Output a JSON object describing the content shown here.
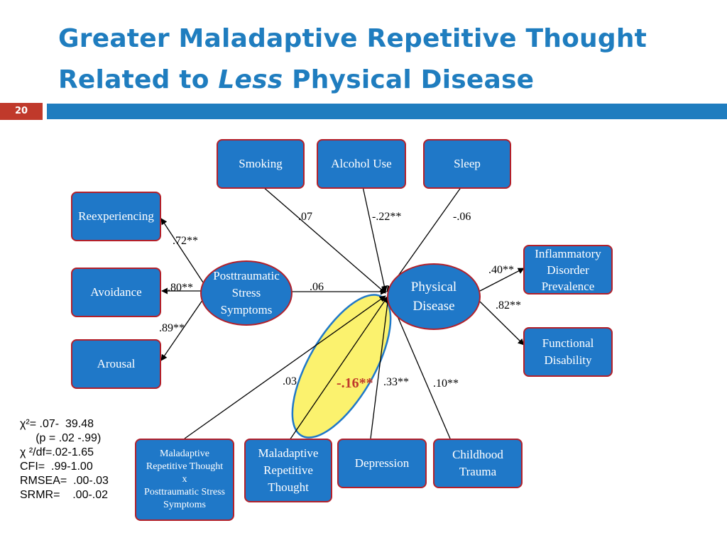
{
  "title": {
    "line1": "Greater Maladaptive Repetitive Thought",
    "line2_prefix": "Related to ",
    "line2_em": "Less",
    "line2_suffix": " Physical Disease"
  },
  "slide_number": "20",
  "nodes": {
    "smoking": "Smoking",
    "alcohol": "Alcohol Use",
    "sleep": "Sleep",
    "reexperiencing": "Reexperiencing",
    "avoidance": "Avoidance",
    "arousal": "Arousal",
    "pts": [
      "Posttraumatic",
      "Stress",
      "Symptoms"
    ],
    "physical_disease": [
      "Physical",
      "Disease"
    ],
    "inflammatory": [
      "Inflammatory",
      "Disorder",
      "Prevalence"
    ],
    "functional": [
      "Functional",
      "Disability"
    ],
    "interaction": [
      "Maladaptive",
      "Repetitive Thought",
      "x",
      "Posttraumatic Stress",
      "Symptoms"
    ],
    "mrt": [
      "Maladaptive",
      "Repetitive",
      "Thought"
    ],
    "depression": "Depression",
    "childhood": [
      "Childhood",
      "Trauma"
    ]
  },
  "coefficients": {
    "smoking": ".07",
    "alcohol": "-.22**",
    "sleep": "-.06",
    "reexperiencing": ".72**",
    "avoidance": ".80**",
    "arousal": ".89**",
    "pts_to_pd": ".06",
    "inflammatory": ".40**",
    "functional": ".82**",
    "interaction": ".03",
    "mrt": "-.16**",
    "depression": ".33**",
    "childhood": ".10**"
  },
  "fit_stats": [
    "χ²= .07-  39.48",
    "     (p = .02 -.99)",
    "χ ²/df=.02-1.65",
    "CFI=  .99-1.00",
    "RMSEA=  .00-.03",
    "SRMR=    .00-.02"
  ],
  "colors": {
    "title": "#1f7dbf",
    "node_fill": "#1f78c8",
    "node_border": "#b3202a",
    "highlight": "#fbf26e",
    "emphasis": "#c0392b"
  }
}
